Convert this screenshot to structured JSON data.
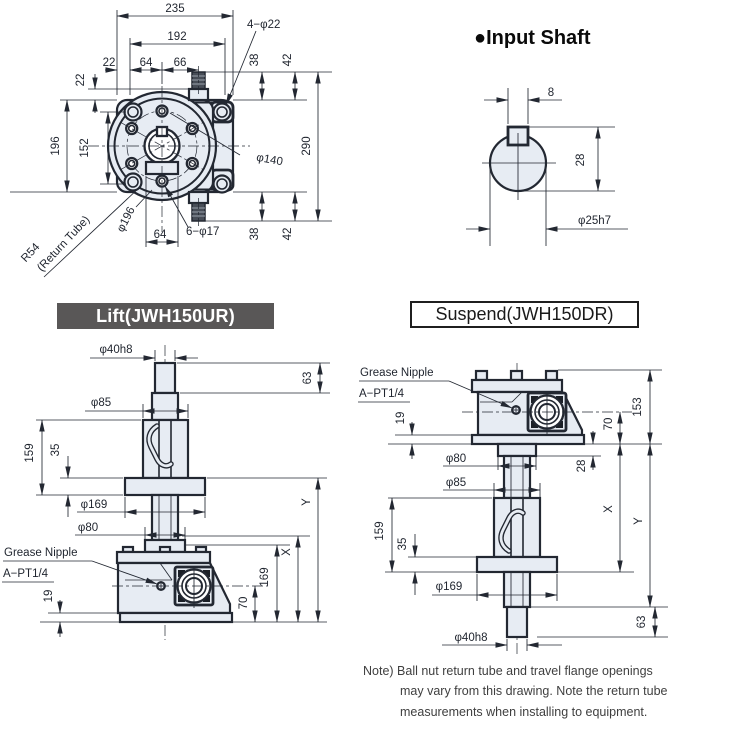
{
  "colors": {
    "line": "#232832",
    "part_fill": "#e7ecf3",
    "lift_label_bg": "#595757",
    "lift_label_fg": "#ffffff",
    "suspend_label_fg": "#1a1a1a",
    "note_fg": "#3f3f3f"
  },
  "top_view": {
    "d235": "235",
    "d192": "192",
    "d22h": "22",
    "d64h": "64",
    "d66h": "66",
    "bolt4": "4−φ22",
    "d38t": "38",
    "d42t": "42",
    "d290": "290",
    "d38b": "38",
    "d42b": "42",
    "d22v": "22",
    "d196": "196",
    "d152": "152",
    "phi140": "φ140",
    "phi196": "φ196",
    "d64b": "64",
    "bolt6": "6−φ17",
    "r54": "R54",
    "return_tube": "(Return Tube)"
  },
  "input_shaft": {
    "title": "●Input Shaft",
    "key_w": "8",
    "d28": "28",
    "dia": "φ25h7"
  },
  "lift": {
    "title": "Lift(JWH150UR)",
    "phi40": "φ40h8",
    "d63": "63",
    "phi85": "φ85",
    "d159": "159",
    "d35": "35",
    "phi169": "φ169",
    "phi80": "φ80",
    "grease1": "Grease Nipple",
    "grease2": "A−PT1/4",
    "d19": "19",
    "d169": "169",
    "d70": "70",
    "x": "X",
    "y": "Y"
  },
  "suspend": {
    "title": "Suspend(JWH150DR)",
    "grease1": "Grease Nipple",
    "grease2": "A−PT1/4",
    "d19": "19",
    "d153": "153",
    "d70": "70",
    "d28": "28",
    "phi80": "φ80",
    "phi85": "φ85",
    "d159": "159",
    "d35": "35",
    "phi169": "φ169",
    "x": "X",
    "y": "Y",
    "phi40": "φ40h8",
    "d63": "63"
  },
  "note": {
    "l1": "Note) Ball nut return tube and travel flange openings",
    "l2": "may vary from this drawing. Note the return tube",
    "l3": "measurements when installing to equipment."
  }
}
